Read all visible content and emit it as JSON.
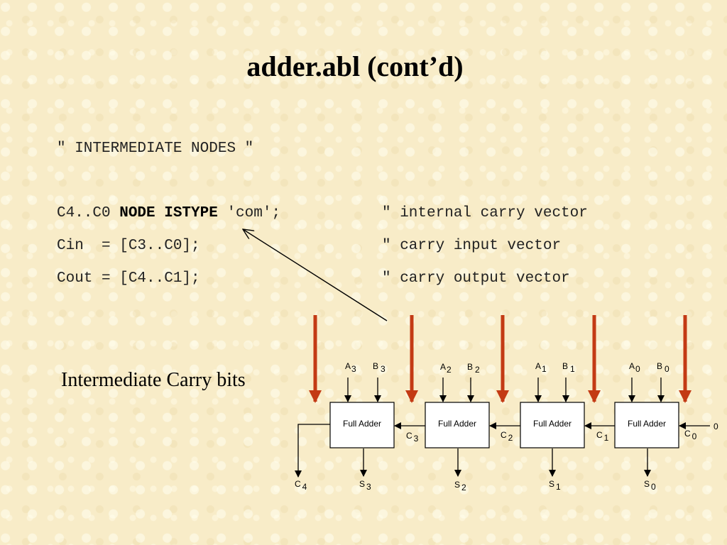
{
  "title": "adder.abl (cont’d)",
  "code": {
    "section_comment": "\" INTERMEDIATE NODES \"",
    "line1": {
      "pre": "C4..C0 ",
      "keyword": "NODE ISTYPE",
      "post": " 'com';",
      "comment": "\" internal carry vector"
    },
    "line2": {
      "text": "Cin  = [C3..C0];",
      "comment": "\" carry input vector"
    },
    "line3": {
      "text": "Cout = [C4..C1];",
      "comment": "\" carry output vector"
    }
  },
  "caption": "Intermediate Carry bits",
  "colors": {
    "arrow_highlight": "#c33a14",
    "wire": "#000000",
    "block_fill": "#ffffff"
  },
  "diagram": {
    "block_label": "Full Adder",
    "carry_in_value": "0",
    "inputs": [
      {
        "a": "A",
        "a_sub": "3",
        "b": "B",
        "b_sub": "3"
      },
      {
        "a": "A",
        "a_sub": "2",
        "b": "B",
        "b_sub": "2"
      },
      {
        "a": "A",
        "a_sub": "1",
        "b": "B",
        "b_sub": "1"
      },
      {
        "a": "A",
        "a_sub": "0",
        "b": "B",
        "b_sub": "0"
      }
    ],
    "carries": [
      {
        "c": "C",
        "sub": "3"
      },
      {
        "c": "C",
        "sub": "2"
      },
      {
        "c": "C",
        "sub": "1"
      },
      {
        "c": "C",
        "sub": "0"
      }
    ],
    "carry_out": {
      "c": "C",
      "sub": "4"
    },
    "sums": [
      {
        "s": "S",
        "sub": "3"
      },
      {
        "s": "S",
        "sub": "2"
      },
      {
        "s": "S",
        "sub": "1"
      },
      {
        "s": "S",
        "sub": "0"
      }
    ]
  }
}
